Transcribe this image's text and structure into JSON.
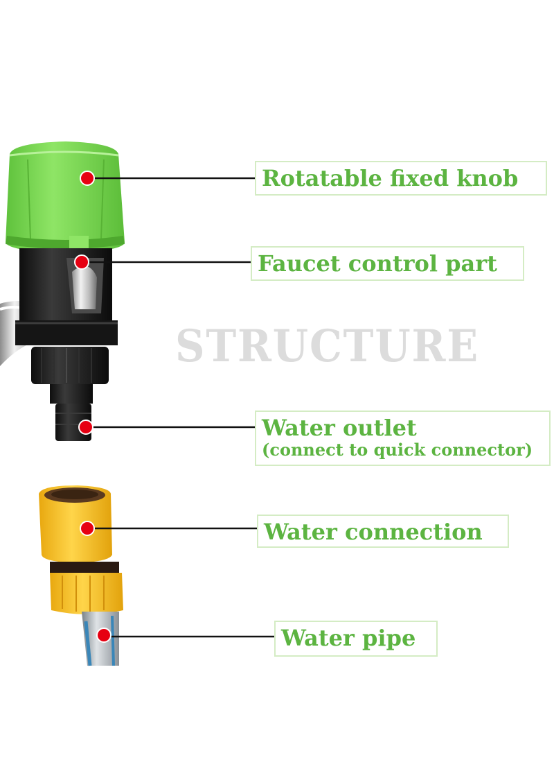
{
  "watermark": "STRUCTURE",
  "labels": {
    "knob": "Rotatable fixed knob",
    "faucet": "Faucet control part",
    "outlet": "Water outlet",
    "outlet_note": "(connect to quick connector)",
    "connection": "Water connection",
    "pipe": "Water pipe"
  },
  "colors": {
    "label_text": "#5cb441",
    "label_border": "#d4ecc4",
    "marker": "#e60012",
    "leader_line": "#111111",
    "knob_green": "#7ed957",
    "connector_yellow": "#f7c21b",
    "body_black": "#1c1c1c"
  }
}
